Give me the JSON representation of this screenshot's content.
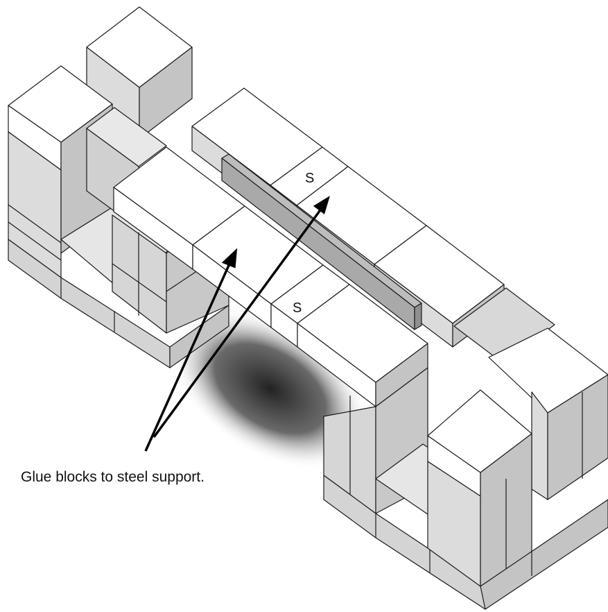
{
  "caption": "Glue blocks to steel support.",
  "block_labels": [
    "S",
    "S"
  ],
  "colors": {
    "top_face": "#ffffff",
    "left_face": "#dcdcdc",
    "right_face": "#c4c4c4",
    "steel_support": "#a9a9a9",
    "edge": "#1a1a1a",
    "shadow": "#2b2b2b",
    "arrow": "#000000"
  }
}
